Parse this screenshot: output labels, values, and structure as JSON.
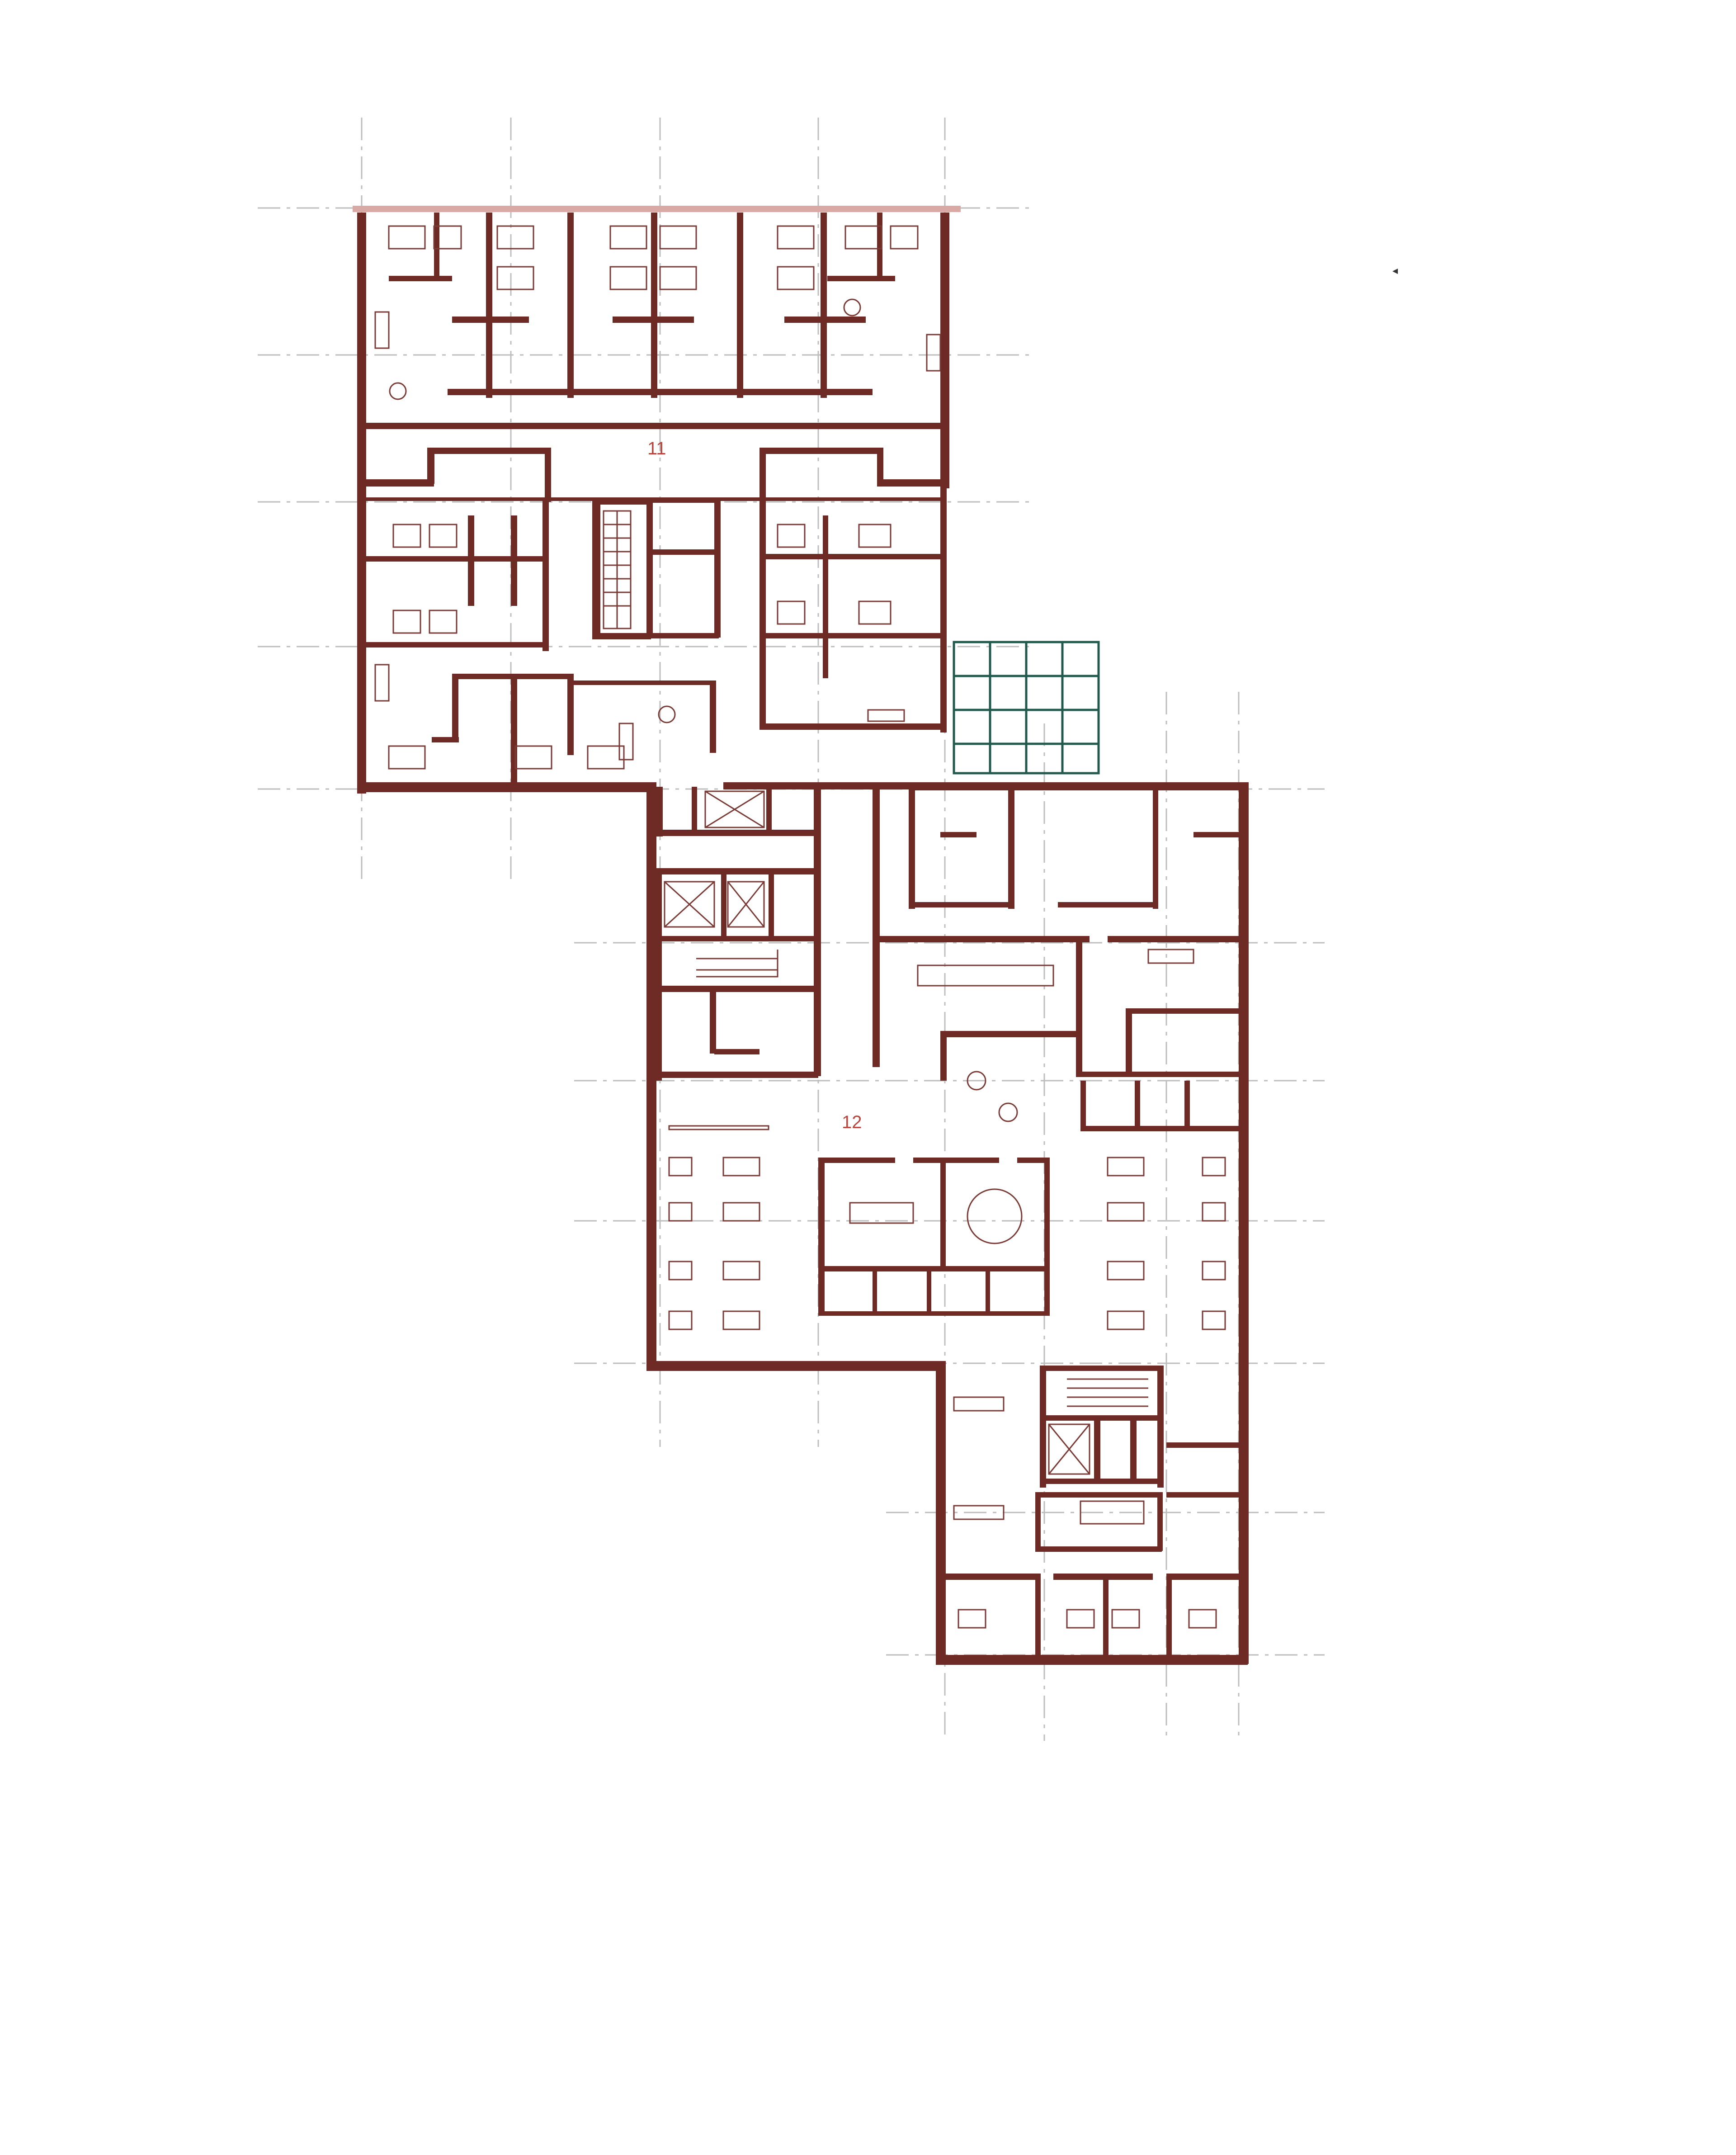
{
  "plan": {
    "zones": [
      {
        "id": "zone-11",
        "label": "11"
      },
      {
        "id": "zone-12",
        "label": "12"
      }
    ]
  },
  "colors": {
    "wall": "#6e2a25",
    "label": "#b8463e",
    "glazing": "#1f5a4c",
    "gridline": "#bdbdbd"
  }
}
